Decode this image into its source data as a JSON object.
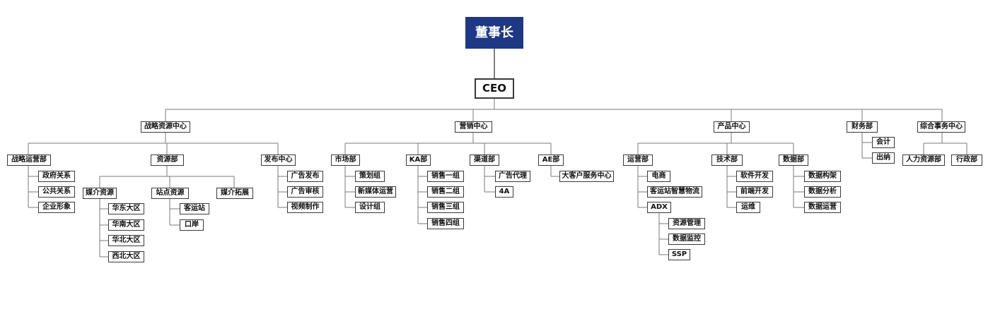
{
  "org": {
    "chairman": "董事长",
    "ceo": "CEO",
    "centers": [
      {
        "label": "战略资源中心",
        "depts": [
          {
            "label": "战略运营部",
            "items": [
              "政府关系",
              "公共关系",
              "企业形象"
            ]
          },
          {
            "label": "资源部",
            "groups": [
              {
                "label": "媒介资源",
                "items": [
                  "华东大区",
                  "华南大区",
                  "华北大区",
                  "西北大区"
                ]
              },
              {
                "label": "站点资源",
                "items": [
                  "客运站",
                  "口岸"
                ]
              },
              {
                "label": "媒介拓展",
                "items": []
              }
            ]
          },
          {
            "label": "发布中心",
            "items": [
              "广告发布",
              "广告审核",
              "视频制作"
            ]
          }
        ]
      },
      {
        "label": "营销中心",
        "depts": [
          {
            "label": "市场部",
            "items": [
              "策划组",
              "新媒体运营",
              "设计组"
            ]
          },
          {
            "label": "KA部",
            "items": [
              "销售一组",
              "销售二组",
              "销售三组",
              "销售四组"
            ]
          },
          {
            "label": "渠道部",
            "items": [
              "广告代理",
              "4A"
            ]
          },
          {
            "label": "AE部",
            "items": [
              "大客户服务中心"
            ]
          }
        ]
      },
      {
        "label": "产品中心",
        "depts": [
          {
            "label": "运营部",
            "items": [
              "电商",
              "客运站智慧物流",
              "ADX"
            ],
            "adx_items": [
              "资源管理",
              "数据监控",
              "SSP"
            ]
          },
          {
            "label": "技术部",
            "items": [
              "软件开发",
              "前端开发",
              "运维"
            ]
          },
          {
            "label": "数据部",
            "items": [
              "数据构架",
              "数据分析",
              "数据运营"
            ]
          }
        ]
      },
      {
        "label": "财务部",
        "items": [
          "会计",
          "出纳"
        ]
      },
      {
        "label": "综合事务中心",
        "depts": [
          "人力资源部",
          "行政部"
        ]
      }
    ]
  },
  "colors": {
    "chairman_fill": "#1f3885",
    "line": "#7a7a7a",
    "border": "#3a3a3a"
  }
}
